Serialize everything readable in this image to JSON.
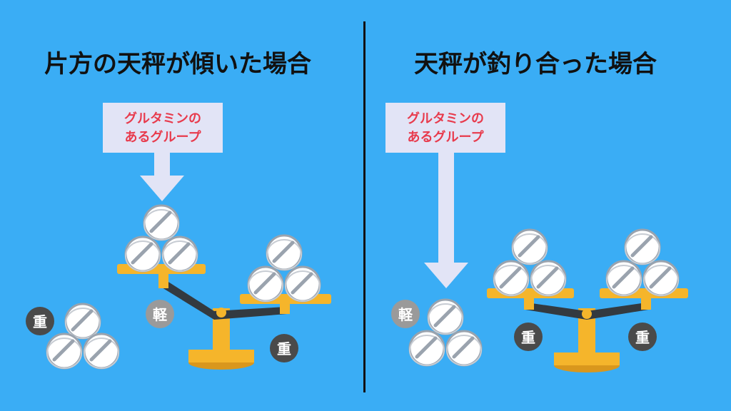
{
  "titles": {
    "left": "片方の天秤が傾いた場合",
    "right": "天秤が釣り合った場合"
  },
  "callouts": {
    "left": {
      "line1": "グルタミンの",
      "line2": "あるグループ"
    },
    "right": {
      "line1": "グルタミンの",
      "line2": "あるグループ"
    }
  },
  "badges": {
    "heavy": "重",
    "light": "軽"
  },
  "colors": {
    "background": "#3aadf5",
    "scale_gold": "#f5b52b",
    "callout_bg": "#e2e4f6",
    "callout_text": "#e83a4c",
    "badge_dark": "#4a4a4a",
    "badge_light": "#9a9a9a"
  }
}
